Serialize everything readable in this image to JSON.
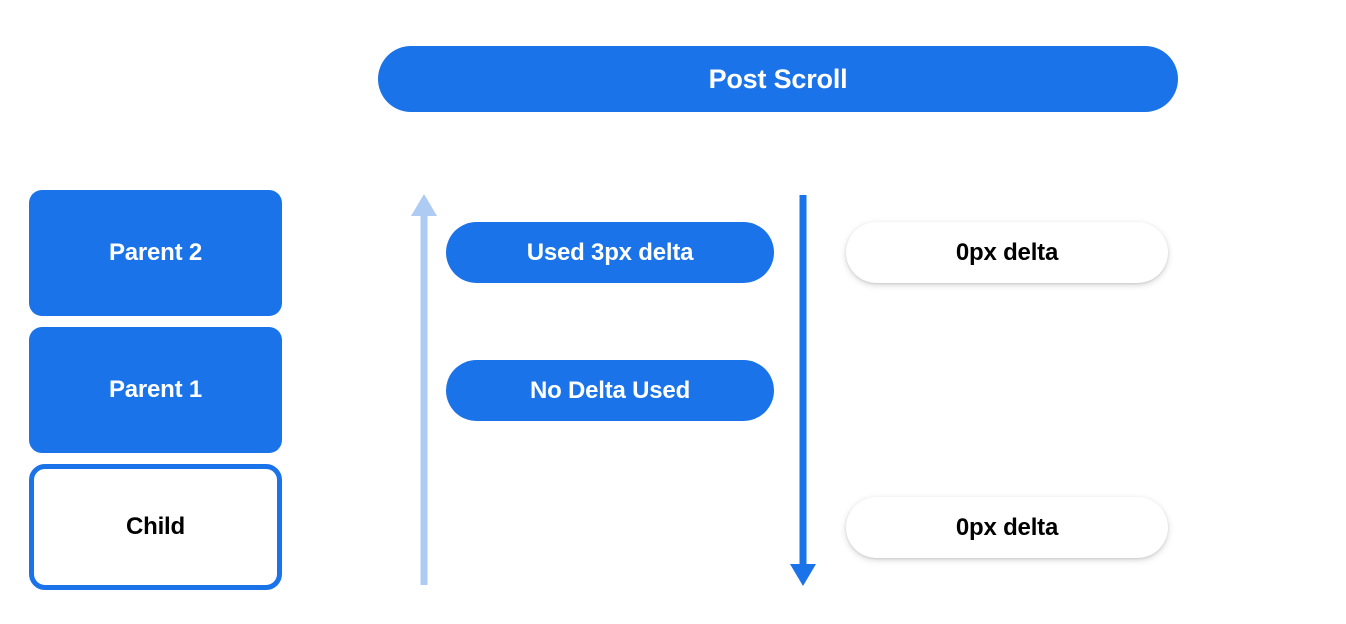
{
  "diagram": {
    "title": "Post Scroll",
    "background_color": "#ffffff",
    "accent_color": "#1a73e8",
    "muted_accent_color": "#aecbf4",
    "text_on_accent_color": "#ffffff",
    "text_color": "#000000"
  },
  "header": {
    "label": "Post Scroll"
  },
  "stack": {
    "boxes": [
      {
        "label": "Parent 2",
        "style": "filled"
      },
      {
        "label": "Parent 1",
        "style": "filled"
      },
      {
        "label": "Child",
        "style": "outlined"
      }
    ]
  },
  "arrows": [
    {
      "name": "scroll-chain-up-arrow",
      "direction": "up",
      "color": "#aecbf4"
    },
    {
      "name": "scroll-chain-down-arrow",
      "direction": "down",
      "color": "#1a73e8"
    }
  ],
  "middle_column": {
    "pills": [
      {
        "label": "Used 3px delta"
      },
      {
        "label": "No Delta Used"
      }
    ]
  },
  "right_column": {
    "pills": [
      {
        "label": "0px delta"
      },
      {
        "label": "0px delta"
      }
    ]
  }
}
